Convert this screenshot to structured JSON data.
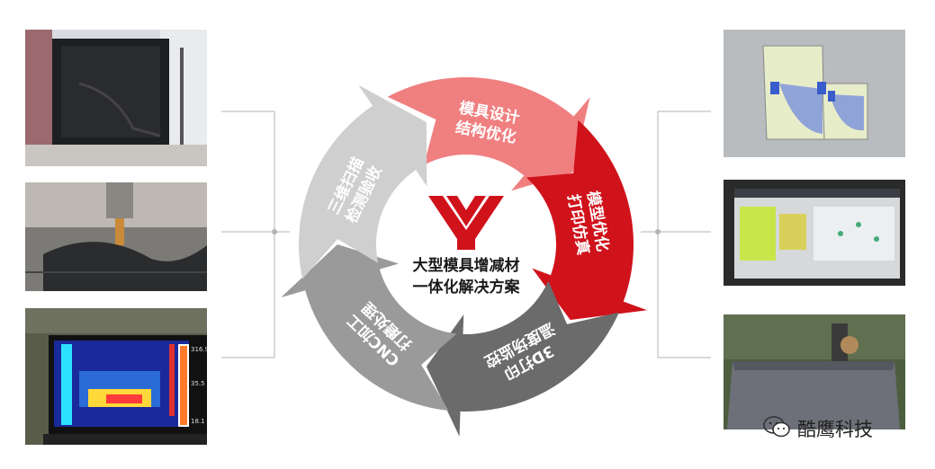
{
  "center": {
    "line1": "大型模具增减材",
    "line2": "一体化解决方案",
    "logo_color": "#d0121b"
  },
  "segments": [
    {
      "line1": "模具设计",
      "line2": "结构优化",
      "color": "#f07f80"
    },
    {
      "line1": "模型优化",
      "line2": "打印仿真",
      "color": "#d0121b"
    },
    {
      "line1": "3D打印",
      "line2": "温度场监控",
      "color": "#6b6b6b"
    },
    {
      "line1": "CNC加工",
      "line2": "打磨处理",
      "color": "#9a9a9a"
    },
    {
      "line1": "三维扫描",
      "line2": "检测验收",
      "color": "#cfcfcf"
    }
  ],
  "thermal": {
    "scale_top": "316.9",
    "scale_mid": "35.5",
    "scale_bottom": "18.1"
  },
  "watermark": {
    "text": "酷鹰科技",
    "icon": "wechat-icon"
  }
}
